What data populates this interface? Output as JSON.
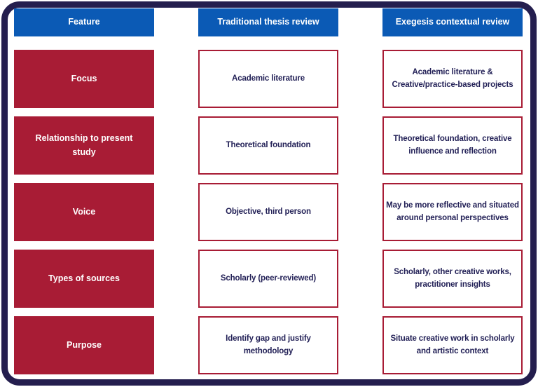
{
  "table": {
    "headers": [
      "Feature",
      "Traditional thesis review",
      "Exegesis contextual review"
    ],
    "rows": [
      {
        "feature": "Focus",
        "traditional": "Academic literature",
        "exegesis": "Academic literature &\nCreative/practice-based projects"
      },
      {
        "feature": "Relationship to present\nstudy",
        "traditional": "Theoretical foundation",
        "exegesis": "Theoretical foundation, creative\ninfluence and reflection"
      },
      {
        "feature": "Voice",
        "traditional": "Objective, third person",
        "exegesis": "May be more reflective and situated\naround personal perspectives"
      },
      {
        "feature": "Types of sources",
        "traditional": "Scholarly (peer-reviewed)",
        "exegesis": "Scholarly, other creative works,\npractitioner insights"
      },
      {
        "feature": "Purpose",
        "traditional": "Identify gap and justify\nmethodology",
        "exegesis": "Situate creative work in scholarly\nand artistic context"
      }
    ]
  },
  "colors": {
    "header_bg": "#0B5AB5",
    "feature_bg": "#A81C35",
    "cell_border": "#A81C35",
    "frame_border": "#241E4E",
    "cell_text": "#232157",
    "header_text": "#FFFFFF"
  }
}
